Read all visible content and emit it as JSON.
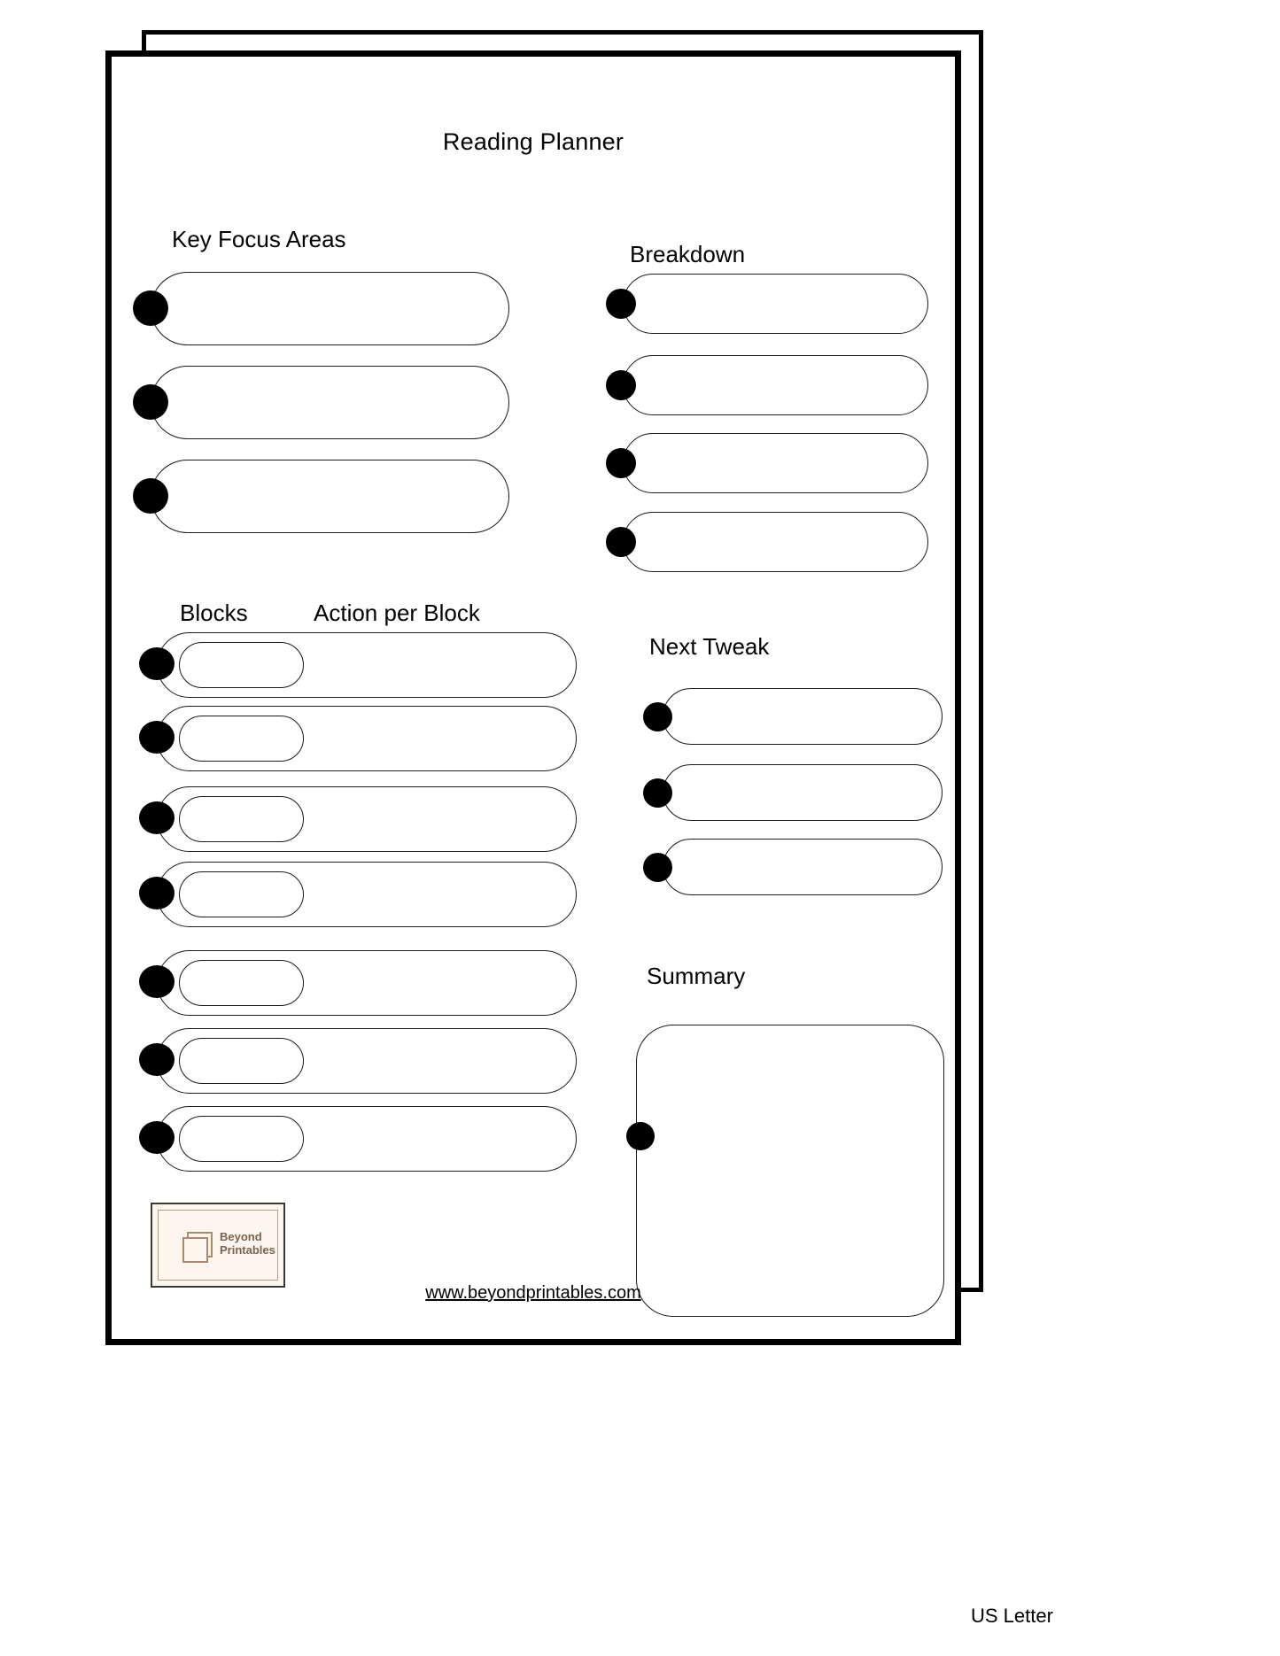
{
  "document": {
    "title": "Reading Planner",
    "paper_size": "US Letter",
    "website": "www.beyondprintables.com"
  },
  "branding": {
    "logo_line1": "Beyond",
    "logo_line2": "Printables",
    "logo_icon": "stacked-pages-icon",
    "box_bg": "#fdf6ef",
    "box_border": "#3b3733",
    "inner_border": "#b79b82",
    "text_color": "#7d6350"
  },
  "sections": {
    "key_focus_areas": {
      "label": "Key Focus Areas",
      "rows": 3
    },
    "breakdown": {
      "label": "Breakdown",
      "rows": 4
    },
    "blocks": {
      "label": "Blocks"
    },
    "action_per_block": {
      "label": "Action per Block",
      "rows": 7
    },
    "next_tweak": {
      "label": "Next Tweak",
      "rows": 3
    },
    "summary": {
      "label": "Summary",
      "rows": 1
    }
  },
  "field_values": {
    "key_focus_areas": [
      "",
      "",
      ""
    ],
    "breakdown": [
      "",
      "",
      "",
      ""
    ],
    "blocks": [
      "",
      "",
      "",
      "",
      "",
      "",
      ""
    ],
    "action_per_block": [
      "",
      "",
      "",
      "",
      "",
      "",
      ""
    ],
    "next_tweak": [
      "",
      "",
      ""
    ],
    "summary": ""
  },
  "colors": {
    "ink": "#000000",
    "line": "#1a1a1a",
    "paper": "#ffffff"
  }
}
